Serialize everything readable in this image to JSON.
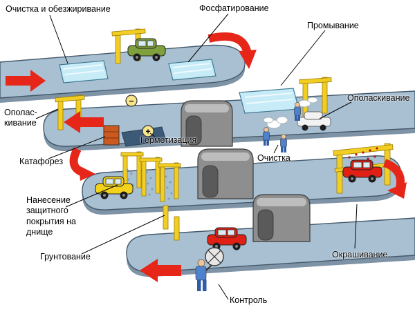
{
  "diagram_title": "Automobile body painting and coating line",
  "labels": {
    "cleaning_degreasing": "Очистка и обезжиривание",
    "phosphating": "Фосфатирование",
    "washing": "Промывание",
    "rinsing_right": "Ополаскивание",
    "rinsing_left": "Ополас-\nкивание",
    "cataphoresis": "Катафорез",
    "sealing": "Герметизация",
    "cleaning": "Очистка",
    "underbody_coating": "Нанесение\nзащитного\nпокрытия на\nднище",
    "priming": "Грунтование",
    "painting": "Окрашивание",
    "inspection": "Контроль"
  },
  "symbols": {
    "plus": "+",
    "minus": "−"
  },
  "colors": {
    "arrow": "#e52619",
    "conveyor": "#a9c0d2",
    "conveyor_shadow": "#7e93a6",
    "bath": "#c7ecf8",
    "tunnel": "#8e8e8e",
    "gantry": "#f2ce24",
    "car_red": "#e02015",
    "car_yellow": "#f2d21c",
    "car_green": "#7fa03c",
    "worker": "#4f82cc"
  }
}
